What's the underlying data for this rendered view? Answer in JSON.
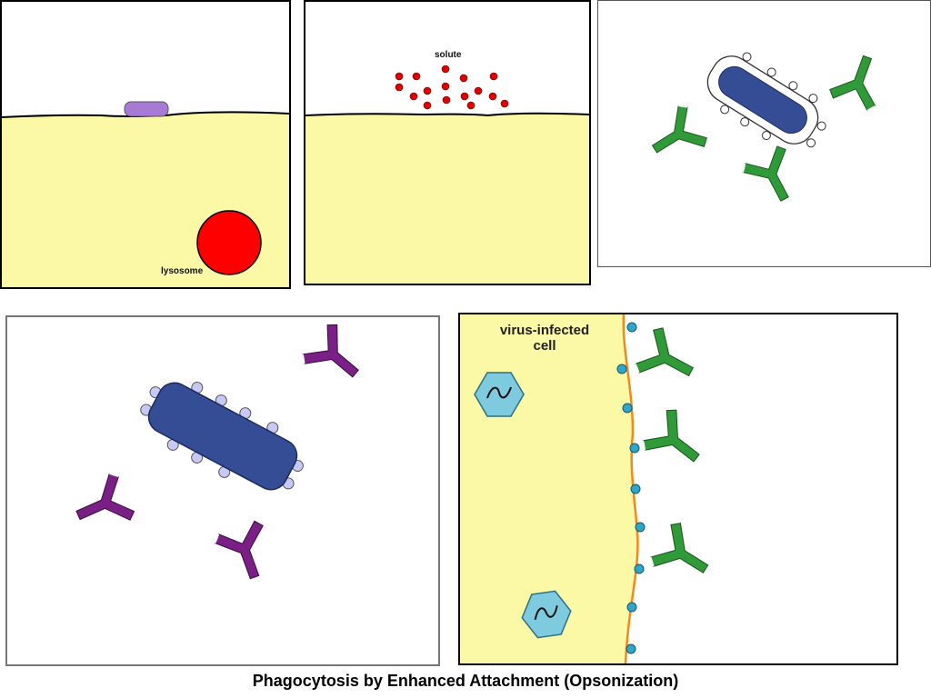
{
  "labels": {
    "lysosome": "lysosome",
    "solute": "solute",
    "virus_infected_cell": "virus-infected\ncell"
  },
  "caption": "Phagocytosis by Enhanced Attachment (Opsonization)",
  "colors": {
    "cytoplasm": "#fbf8a6",
    "lysosome": "#ff0000",
    "particle": "#a77ad6",
    "solute": "#e00000",
    "bacterium": "#354d95",
    "antibody_green": "#2f9a37",
    "antibody_purple": "#7a1f86",
    "complement": "#c8c8f4",
    "virus": "#7ecbe0",
    "membrane": "#f08a1c",
    "receptor": "#2fa6c8"
  }
}
